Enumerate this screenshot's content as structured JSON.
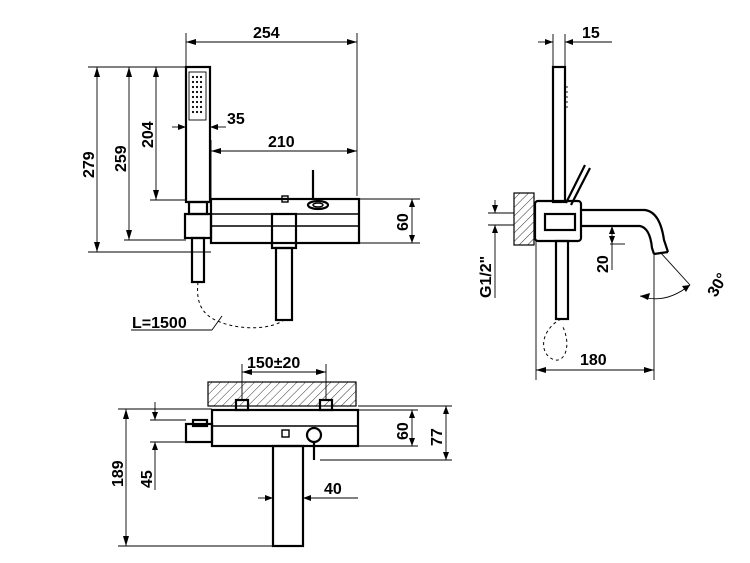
{
  "dimensions": {
    "width_254": "254",
    "height_279": "279",
    "height_259": "259",
    "height_204": "204",
    "width_35": "35",
    "width_210": "210",
    "height_60_front": "60",
    "hose_length": "L=1500",
    "width_15": "15",
    "thread_size": "G1/2\"",
    "height_20": "20",
    "angle_30": "30°",
    "width_180": "180",
    "spacing_150": "150±20",
    "height_60_top": "60",
    "height_77": "77",
    "height_189": "189",
    "height_45": "45",
    "width_40": "40"
  }
}
